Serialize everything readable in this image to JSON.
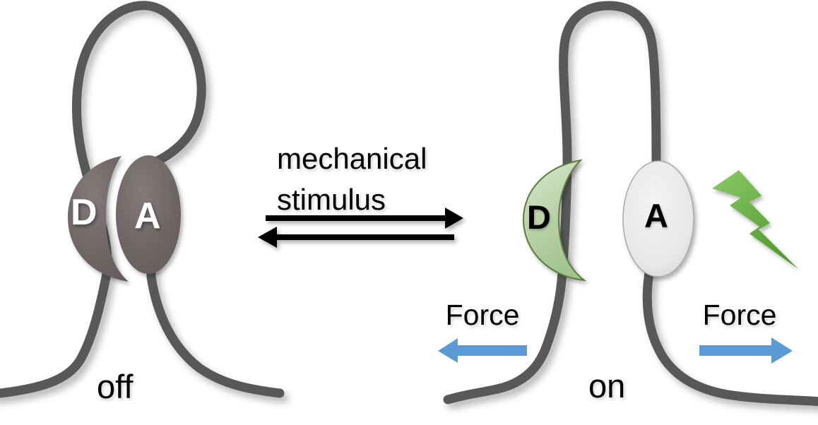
{
  "diagram": {
    "stimulus": {
      "line1": "mechanical",
      "line2": "stimulus"
    },
    "off_state": {
      "label": "off",
      "donor": "D",
      "acceptor": "A"
    },
    "on_state": {
      "label": "on",
      "donor": "D",
      "acceptor": "A",
      "force_left": "Force",
      "force_right": "Force"
    },
    "icons": {
      "emission": "lightning-bolt",
      "force_left": "blue-arrow-left",
      "force_right": "blue-arrow-right",
      "equilibrium": "forward-reverse-arrows"
    },
    "colors": {
      "chain_gray": "#58585a",
      "module_dark": "#6e6565",
      "donor_green_light": "#d8e7cd",
      "donor_green_dark": "#a3c48f",
      "donor_green_edge": "#5b7d3f",
      "acceptor_light_gray": "#e7e7e7",
      "force_arrow_blue": "#5b9bd5",
      "emission_green_light": "#8bc967",
      "emission_green_dark": "#4f9a2c",
      "arrow_black": "#000000"
    }
  }
}
